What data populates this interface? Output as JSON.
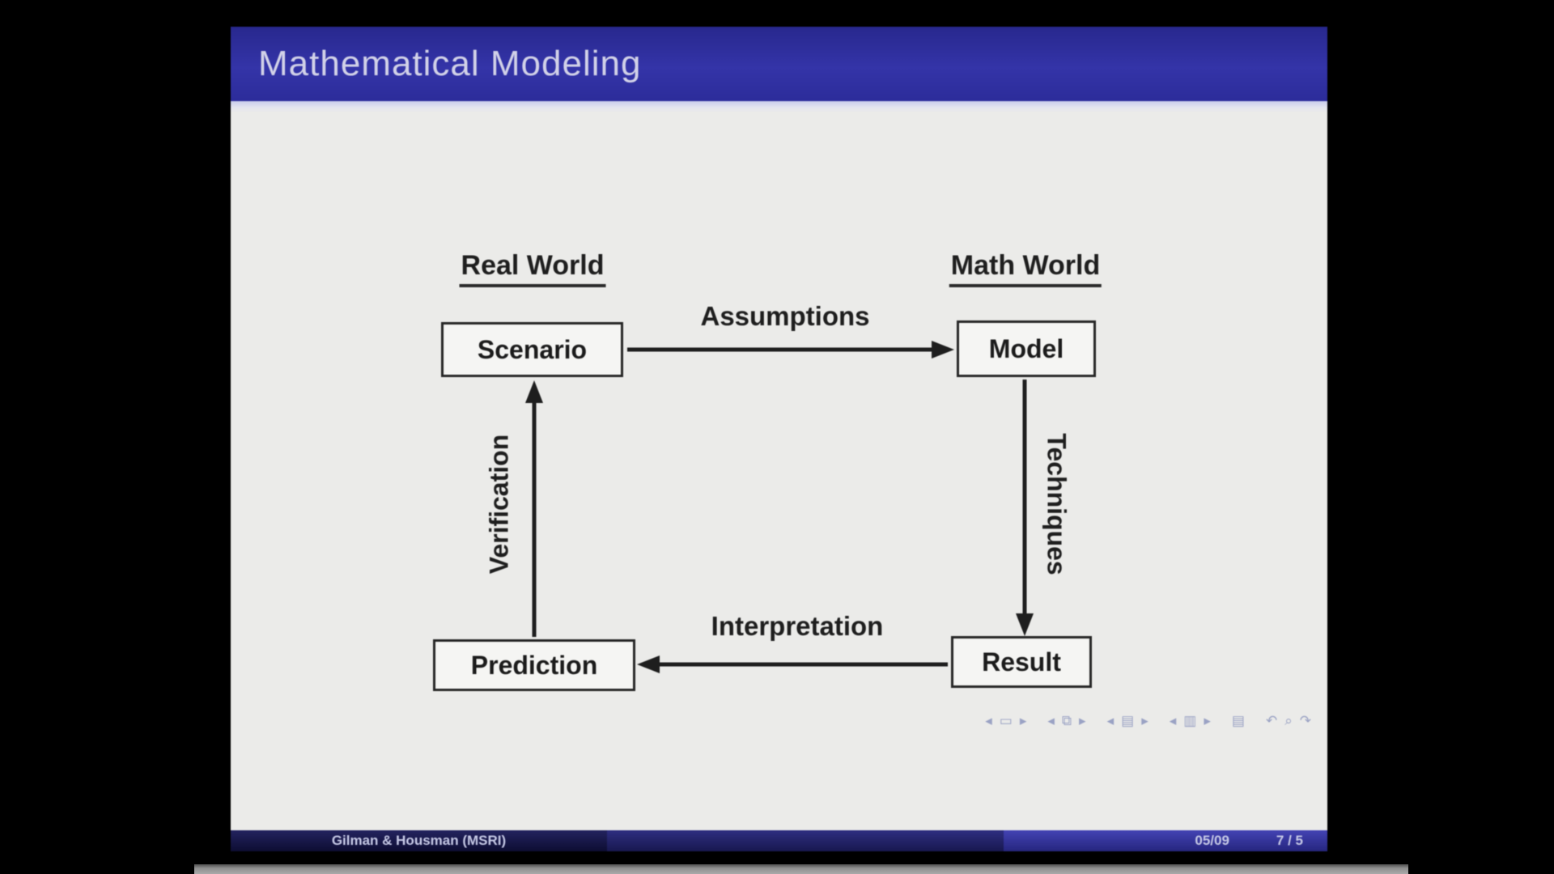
{
  "slide": {
    "title": "Mathematical Modeling",
    "colors": {
      "title_bar_blue": "#3030a0",
      "slide_background": "#ebebe9",
      "diagram_ink": "#1e1e1e",
      "footer_left_bg": "#17174a",
      "footer_mid_bg": "#23236a",
      "footer_right_bg": "#3535a0"
    },
    "diagram": {
      "column_headers": [
        {
          "label": "Real World"
        },
        {
          "label": "Math World"
        }
      ],
      "nodes": [
        {
          "label": "Scenario"
        },
        {
          "label": "Model"
        },
        {
          "label": "Prediction"
        },
        {
          "label": "Result"
        }
      ],
      "edges": [
        {
          "label": "Assumptions",
          "from": "Scenario",
          "to": "Model",
          "direction": "right"
        },
        {
          "label": "Techniques",
          "from": "Model",
          "to": "Result",
          "direction": "down"
        },
        {
          "label": "Interpretation",
          "from": "Result",
          "to": "Prediction",
          "direction": "left"
        },
        {
          "label": "Verification",
          "from": "Prediction",
          "to": "Scenario",
          "direction": "up"
        }
      ]
    },
    "nav": [
      {
        "name": "nav-slide-prev-icon",
        "glyph": "◂"
      },
      {
        "name": "nav-slide-icon",
        "glyph": "▭"
      },
      {
        "name": "nav-slide-next-icon",
        "glyph": "▸"
      },
      {
        "name": "nav-frame-prev-icon",
        "glyph": "◂"
      },
      {
        "name": "nav-frame-icon",
        "glyph": "⧉"
      },
      {
        "name": "nav-frame-next-icon",
        "glyph": "▸"
      },
      {
        "name": "nav-subsection-prev-icon",
        "glyph": "◂"
      },
      {
        "name": "nav-subsection-icon",
        "glyph": "▤"
      },
      {
        "name": "nav-subsection-next-icon",
        "glyph": "▸"
      },
      {
        "name": "nav-section-prev-icon",
        "glyph": "◂"
      },
      {
        "name": "nav-section-icon",
        "glyph": "▥"
      },
      {
        "name": "nav-section-next-icon",
        "glyph": "▸"
      },
      {
        "name": "nav-appendix-icon",
        "glyph": "▤"
      },
      {
        "name": "nav-back-icon",
        "glyph": "↶"
      },
      {
        "name": "nav-search-icon",
        "glyph": "⌕"
      },
      {
        "name": "nav-forward-icon",
        "glyph": "↷"
      }
    ],
    "footer": {
      "authors": "Gilman & Housman  (MSRI)",
      "date": "05/09",
      "page": "7 / 5"
    }
  }
}
